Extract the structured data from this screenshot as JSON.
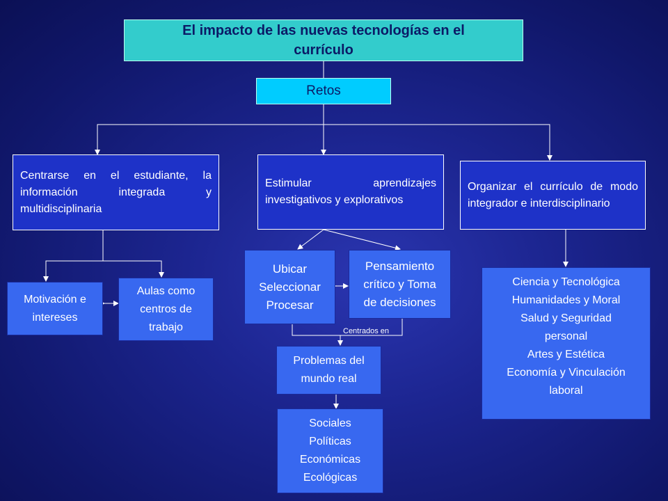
{
  "title": "El impacto de las nuevas tecnologías en el currículo",
  "retos": "Retos",
  "branches": {
    "left": "Centrarse en el estudiante, la información integrada y multidisciplinaria",
    "center": "Estimular aprendizajes investigativos y explorativos",
    "right": "Organizar el currículo de modo integrador e interdisciplinario"
  },
  "left_children": {
    "motivacion": "Motivación e\nintereses",
    "aulas": "Aulas como\ncentros de\ntrabajo"
  },
  "center_children": {
    "ubicar": "Ubicar\nSeleccionar\nProcesar",
    "pensamiento": "Pensamiento\ncrítico y Toma\nde decisiones",
    "edge_label": "Centrados en",
    "problemas": "Problemas del\nmundo real",
    "sociales": "Sociales\nPolíticas\nEconómicas\nEcológicas"
  },
  "right_children": {
    "ciencia": "Ciencia y Tecnológica\nHumanidades y Moral\nSalud y Seguridad\npersonal\nArtes y Estética\nEconomía y Vinculación\nlaboral"
  },
  "colors": {
    "background": "#1c2590",
    "title_box": "#33cccc",
    "retos_box": "#00ccff",
    "branch_box": "#1e32c8",
    "leaf_box": "#3868f0",
    "connector": "#ffffff"
  }
}
